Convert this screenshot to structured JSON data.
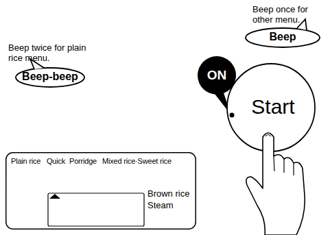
{
  "diagram": {
    "nodes": [
      {
        "text": [
          "Beep-beep"
        ]
      },
      {
        "text": [
          "Plain rice",
          "Quick",
          "Porridge",
          "Mixed rice·Sweet rice",
          "Brown rice",
          "Steam"
        ]
      },
      {
        "text": [
          "Beep"
        ]
      },
      {
        "text": [
          "ON"
        ]
      },
      {
        "text": [
          "Start"
        ]
      }
    ],
    "labels": [
      "Beep twice for plain rice menu.",
      "Beep once for other menu."
    ]
  }
}
